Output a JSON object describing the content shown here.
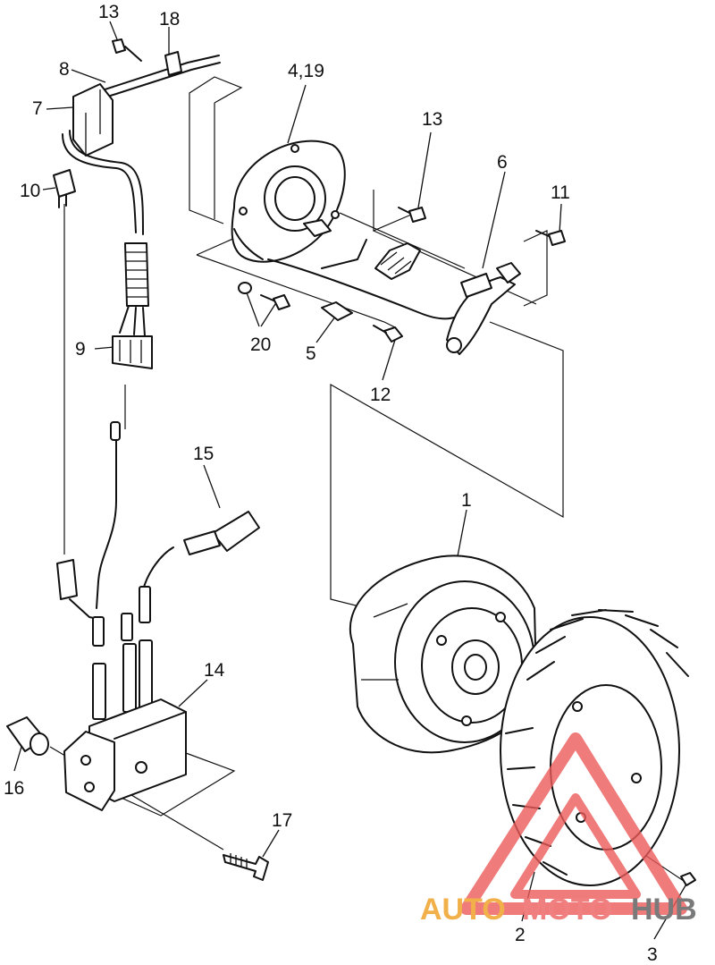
{
  "labels": {
    "p1": "1",
    "p2": "2",
    "p3": "3",
    "p4_19": "4,19",
    "p5": "5",
    "p6": "6",
    "p7": "7",
    "p8": "8",
    "p9": "9",
    "p10": "10",
    "p11": "11",
    "p12": "12",
    "p13a": "13",
    "p13b": "13",
    "p14": "14",
    "p15": "15",
    "p16": "16",
    "p17": "17",
    "p18": "18",
    "p20": "20"
  },
  "watermark": {
    "part1": "AUTO",
    "part2": "MOTO",
    "part3": "HUB",
    "color1": "#f2b04a",
    "color2": "#f08080",
    "color3": "#7a7a7a",
    "logo_color": "#ec5a5a"
  }
}
